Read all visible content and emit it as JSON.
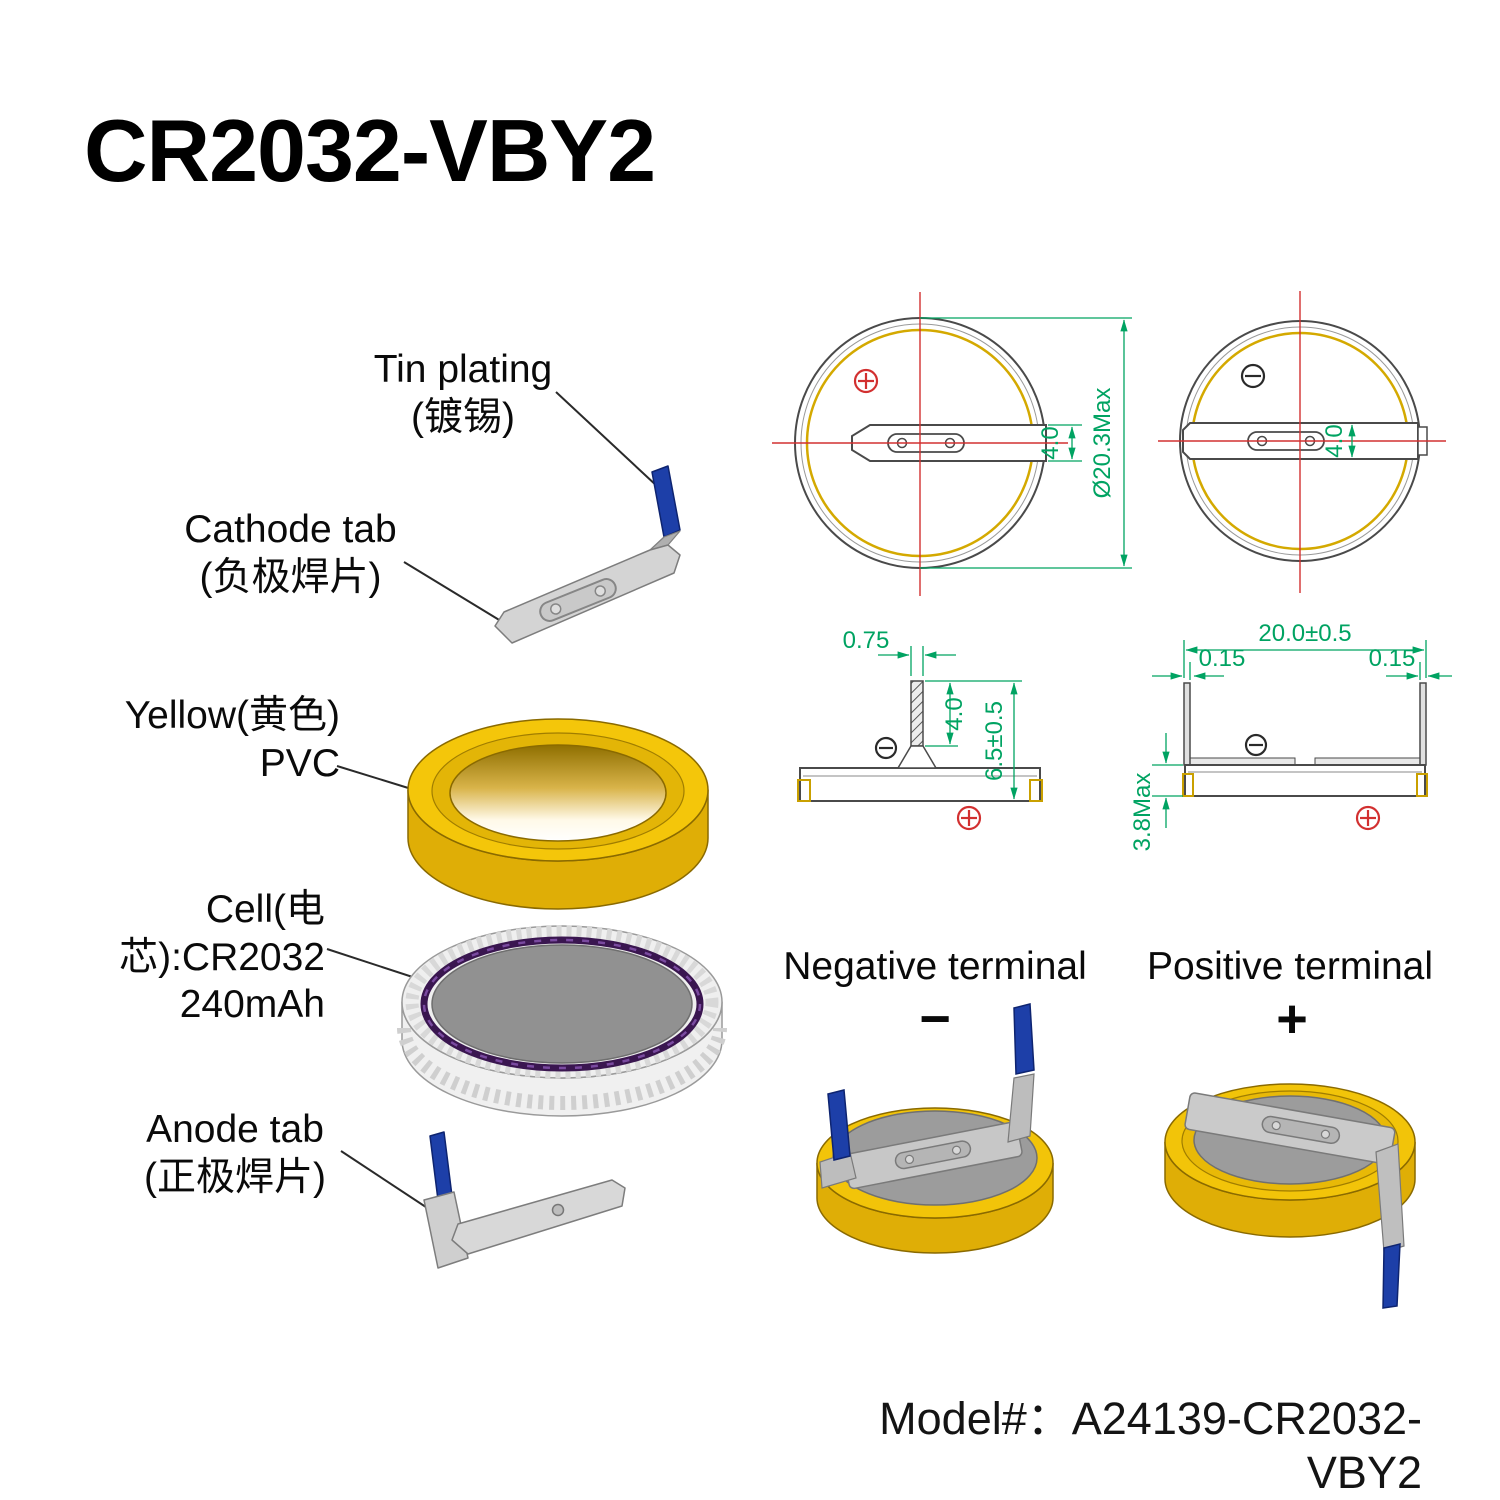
{
  "title": "CR2032-VBY2",
  "model": "Model#：A24139-CR2032-VBY2",
  "exploded": {
    "tin_plating_en": "Tin plating",
    "tin_plating_zh": "(镀锡)",
    "cathode_en": "Cathode tab",
    "cathode_zh": "(负极焊片)",
    "pvc_en": "Yellow(黄色)",
    "pvc_zh": "PVC",
    "cell_en": "Cell(电芯):CR2032",
    "cell_zh": "240mAh",
    "anode_en": "Anode tab",
    "anode_zh": "(正极焊片)"
  },
  "dims": {
    "top_pos_tab": "4.0",
    "top_pos_dia": "Ø20.3Max",
    "top_neg_tab": "4.0",
    "side_tab_thickness": "0.75",
    "side_tab_height": "4.0",
    "side_total_height": "6.5±0.5",
    "bottom_width": "20.0±0.5",
    "bottom_offset_left": "0.15",
    "bottom_offset_right": "0.15",
    "bottom_height": "3.8Max"
  },
  "renders": {
    "negative_label": "Negative terminal",
    "negative_symbol": "−",
    "positive_label": "Positive terminal",
    "positive_symbol": "+"
  },
  "colors": {
    "dimension_green": "#00A362",
    "centerline_red": "#D23030",
    "pvc_yellow": "#F2C409",
    "tab_blue": "#1D3FA8",
    "cell_gray": "#919191",
    "gasket_purple": "#3A1650"
  }
}
